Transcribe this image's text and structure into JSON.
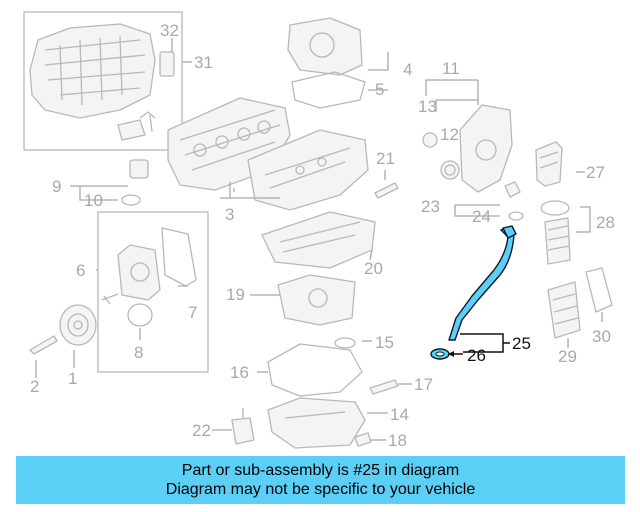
{
  "diagram": {
    "highlight_color": "#5ccff6",
    "callouts": [
      "1",
      "2",
      "3",
      "4",
      "5",
      "6",
      "7",
      "8",
      "9",
      "10",
      "11",
      "12",
      "13",
      "14",
      "15",
      "16",
      "17",
      "18",
      "19",
      "20",
      "21",
      "22",
      "23",
      "24",
      "25",
      "26",
      "27",
      "28",
      "29",
      "30",
      "31",
      "32"
    ],
    "highlighted_parts": [
      "25",
      "26"
    ]
  },
  "banner": {
    "line1": "Part or sub-assembly is #25 in diagram",
    "line2": "Diagram may not be specific to your vehicle",
    "background": "#5ccff6"
  }
}
